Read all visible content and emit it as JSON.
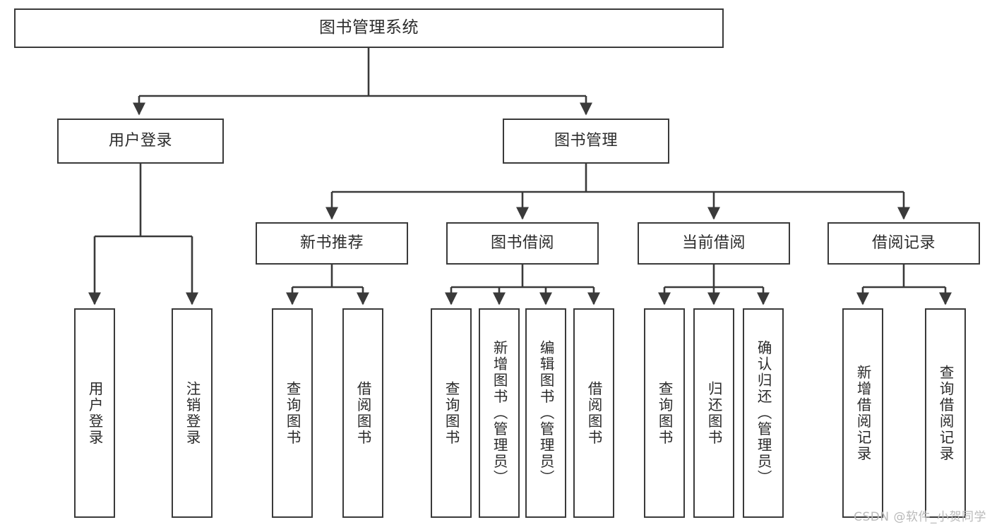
{
  "diagram": {
    "title": "图书管理系统",
    "type": "tree",
    "watermark": "CSDN @软件_小贺同学",
    "root": {
      "label": "图书管理系统"
    },
    "level2": [
      {
        "label": "用户登录"
      },
      {
        "label": "图书管理"
      }
    ],
    "level3": [
      {
        "label": "新书推荐"
      },
      {
        "label": "图书借阅"
      },
      {
        "label": "当前借阅"
      },
      {
        "label": "借阅记录"
      }
    ],
    "leaves": {
      "user_login": [
        {
          "label": "用户登录"
        },
        {
          "label": "注销登录"
        }
      ],
      "new_book": [
        {
          "label": "查询图书"
        },
        {
          "label": "借阅图书"
        }
      ],
      "book_borrow": [
        {
          "label": "查询图书"
        },
        {
          "label": "新增图书（管理员）"
        },
        {
          "label": "编辑图书（管理员）"
        },
        {
          "label": "借阅图书"
        }
      ],
      "current_borrow": [
        {
          "label": "查询图书"
        },
        {
          "label": "归还图书"
        },
        {
          "label": "确认归还（管理员）"
        }
      ],
      "borrow_record": [
        {
          "label": "新增借阅记录"
        },
        {
          "label": "查询借阅记录"
        }
      ]
    },
    "colors": {
      "stroke": "#3a3a3a",
      "fill": "#ffffff",
      "text": "#2b2b2b",
      "watermark": "#b9b9b9"
    }
  }
}
